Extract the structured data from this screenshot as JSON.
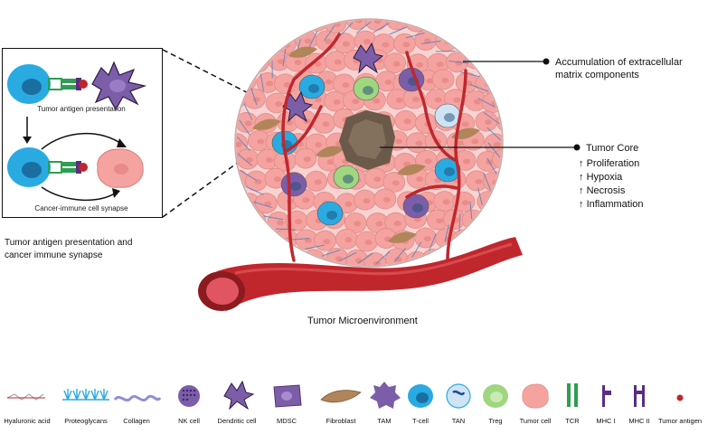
{
  "inset": {
    "label_presentation": "Tumor antigen presentation",
    "label_synapse": "Cancer-immune cell synapse"
  },
  "caption": {
    "line1": "Tumor antigen presentation and",
    "line2": "cancer immune synapse"
  },
  "title": "Tumor Microenvironment",
  "annotations": {
    "ecm_line1": "Accumulation of extracellular",
    "ecm_line2": "matrix components",
    "core_title": "Tumor Core",
    "core_items": [
      "Proliferation",
      "Hypoxia",
      "Necrosis",
      "Inflammation"
    ]
  },
  "legend": [
    {
      "label": "Hyaluronic acid",
      "icon": "hyaluronic-acid-icon"
    },
    {
      "label": "Proteoglycans",
      "icon": "proteoglycans-icon"
    },
    {
      "label": "Collagen",
      "icon": "collagen-icon"
    },
    {
      "label": "NK cell",
      "icon": "nk-cell-icon"
    },
    {
      "label": "Dendritic cell",
      "icon": "dendritic-cell-icon"
    },
    {
      "label": "MDSC",
      "icon": "mdsc-icon"
    },
    {
      "label": "Fibroblast",
      "icon": "fibroblast-icon"
    },
    {
      "label": "TAM",
      "icon": "tam-icon"
    },
    {
      "label": "T-cell",
      "icon": "t-cell-icon"
    },
    {
      "label": "TAN",
      "icon": "tan-icon"
    },
    {
      "label": "Treg",
      "icon": "treg-icon"
    },
    {
      "label": "Tumor cell",
      "icon": "tumor-cell-icon"
    },
    {
      "label": "TCR",
      "icon": "tcr-icon"
    },
    {
      "label": "MHC I",
      "icon": "mhc-i-icon"
    },
    {
      "label": "MHC II",
      "icon": "mhc-ii-icon"
    },
    {
      "label": "Tumor antigen",
      "icon": "tumor-antigen-icon"
    }
  ],
  "colors": {
    "tumor_cell": "#f4a3a0",
    "vessel": "#c0272d",
    "t_cell": "#29abe2",
    "dendritic": "#7b5ea7",
    "fibroblast": "#b0855a",
    "treg": "#9fd67f",
    "collagen": "#4a7fc1"
  }
}
